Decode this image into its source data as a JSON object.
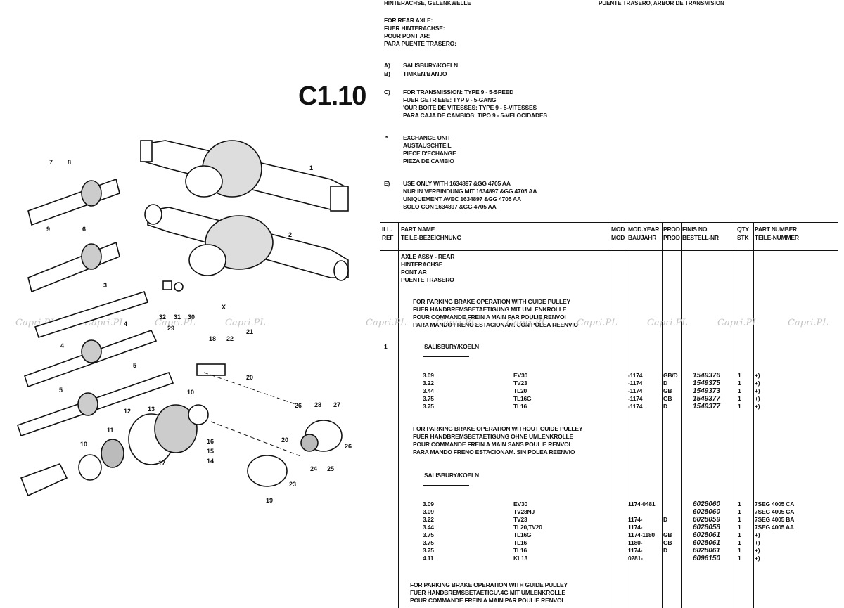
{
  "header": {
    "left_title": "HINTERACHSE, GELENKWELLE",
    "right_title": "PUENTE TRASERO, ARBOR DE TRANSMISION"
  },
  "page_code": "C1.10",
  "intro": [
    "FOR REAR AXLE:",
    "FUER HINTERACHSE:",
    "POUR PONT AR:",
    "PARA PUENTE TRASERO:"
  ],
  "notes": {
    "a": {
      "key": "A)",
      "lines": [
        "SALISBURY/KOELN"
      ]
    },
    "b": {
      "key": "B)",
      "lines": [
        "TIMKEN/BANJO"
      ]
    },
    "c": {
      "key": "C)",
      "lines": [
        "FOR TRANSMISSION: TYPE 9 - 5-SPEED",
        "FUER GETRIEBE: TYP 9 - 5-GANG",
        "'OUR BOITE DE VITESSES: TYPE 9 - 5-VITESSES",
        "PARA CAJA DE CAMBIOS: TIPO 9 - 5-VELOCIDADES"
      ]
    },
    "star": {
      "key": "*",
      "lines": [
        "EXCHANGE UNIT",
        "AUSTAUSCHTEIL",
        "PIECE D'ECHANGE",
        "PIEZA DE CAMBIO"
      ]
    },
    "e": {
      "key": "E)",
      "lines": [
        "USE ONLY WITH 1634897 &GG 4705 AA",
        "NUR IN VERBINDUNG MIT 1634897 &GG 4705 AA",
        "UNIQUEMENT AVEC 1634897 &GG 4705 AA",
        "SOLO CON 1634897 &GG 4705 AA"
      ]
    }
  },
  "table": {
    "headers": {
      "ill": "ILL.",
      "ref": "REF",
      "part_name": "PART NAME",
      "part_name_de": "TEILE-BEZEICHNUNG",
      "mod": "MOD",
      "mod2": "MOD",
      "mod_year": "MOD.YEAR",
      "baujahr": "BAUJAHR",
      "prod": "PROD",
      "prod2": "PROD",
      "finis": "FINIS NO.",
      "bestell": "BESTELL-NR",
      "qty": "QTY",
      "stk": "STK",
      "part_number": "PART NUMBER",
      "teile_nummer": "TEILE-NUMMER"
    },
    "axle_block": [
      "AXLE ASSY - REAR",
      "HINTERACHSE",
      "PONT AR",
      "PUENTE TRASERO"
    ],
    "with_pulley_1": [
      "FOR PARKING BRAKE OPERATION WITH GUIDE PULLEY",
      "FUER HANDBREMSBETAETIGUNG MIT UMLENKROLLE",
      "POUR COMMANDE FREIN A MAIN PAR POULIE RENVOI",
      "PARA MANDO FRENO ESTACIONAM. CON POLEA REENVIO"
    ],
    "ref_1": "1",
    "group_1": "SALISBURY/KOELN",
    "rows_1": [
      {
        "ratio": "3.09",
        "code": "EV30",
        "year": "-1174",
        "prod": "GB/D",
        "finis": "1549376",
        "qty": "1",
        "pn": "+)"
      },
      {
        "ratio": "3.22",
        "code": "TV23",
        "year": "-1174",
        "prod": "D",
        "finis": "1549375",
        "qty": "1",
        "pn": "+)"
      },
      {
        "ratio": "3.44",
        "code": "TL20",
        "year": "-1174",
        "prod": "GB",
        "finis": "1549373",
        "qty": "1",
        "pn": "+)"
      },
      {
        "ratio": "3.75",
        "code": "TL16G",
        "year": "-1174",
        "prod": "GB",
        "finis": "1549377",
        "qty": "1",
        "pn": "+)"
      },
      {
        "ratio": "3.75",
        "code": "TL16",
        "year": "-1174",
        "prod": "D",
        "finis": "1549377",
        "qty": "1",
        "pn": "+)"
      }
    ],
    "without_pulley": [
      "FOR PARKING BRAKE OPERATION WITHOUT GUIDE PULLEY",
      "FUER HANDBREMSBETAETIGUNG OHNE UMLENKROLLE",
      "POUR COMMANDE FREIN A MAIN SANS POULIE RENVOI",
      "PARA MANDO FRENO ESTACIONAM. SIN POLEA REENVIO"
    ],
    "group_2": "SALISBURY/KOELN",
    "rows_2": [
      {
        "ratio": "3.09",
        "code": "EV30",
        "year": "1174-0481",
        "prod": "",
        "finis": "6028060",
        "qty": "1",
        "pn": "7SEG 4005 CA"
      },
      {
        "ratio": "3.09",
        "code": "TV28NJ",
        "year": "",
        "prod": "",
        "finis": "6028060",
        "qty": "1",
        "pn": "7SEG 4005 CA"
      },
      {
        "ratio": "3.22",
        "code": "TV23",
        "year": "1174-",
        "prod": "D",
        "finis": "6028059",
        "qty": "1",
        "pn": "7SEG 4005 BA"
      },
      {
        "ratio": "3.44",
        "code": "TL20,TV20",
        "year": "1174-",
        "prod": "",
        "finis": "6028058",
        "qty": "1",
        "pn": "7SEG 4005 AA"
      },
      {
        "ratio": "3.75",
        "code": "TL16G",
        "year": "1174-1180",
        "prod": "GB",
        "finis": "6028061",
        "qty": "1",
        "pn": "+)"
      },
      {
        "ratio": "3.75",
        "code": "TL16",
        "year": "1180-",
        "prod": "GB",
        "finis": "6028061",
        "qty": "1",
        "pn": "+)"
      },
      {
        "ratio": "3.75",
        "code": "TL16",
        "year": "1174-",
        "prod": "D",
        "finis": "6028061",
        "qty": "1",
        "pn": "+)"
      },
      {
        "ratio": "4.11",
        "code": "KL13",
        "year": "0281-",
        "prod": "",
        "finis": "6096150",
        "qty": "1",
        "pn": "+)"
      }
    ],
    "with_pulley_2": [
      "FOR PARKING BRAKE OPERATION WITH GUIDE PULLEY",
      "FUER HANDBREMSBETAETIGU'.4G MIT UMLENKROLLE",
      "POUR COMMANDE FREIN A MAIN PAR POULIE RENVOI"
    ]
  },
  "watermark": "Capri.PL",
  "callouts": [
    "1",
    "2",
    "3",
    "4",
    "4",
    "5",
    "5",
    "6",
    "7",
    "8",
    "9",
    "10",
    "10",
    "11",
    "12",
    "13",
    "14",
    "15",
    "16",
    "17",
    "18",
    "19",
    "20",
    "20",
    "21",
    "22",
    "23",
    "24",
    "25",
    "26",
    "26",
    "27",
    "28",
    "29",
    "30",
    "31",
    "32",
    "X"
  ]
}
